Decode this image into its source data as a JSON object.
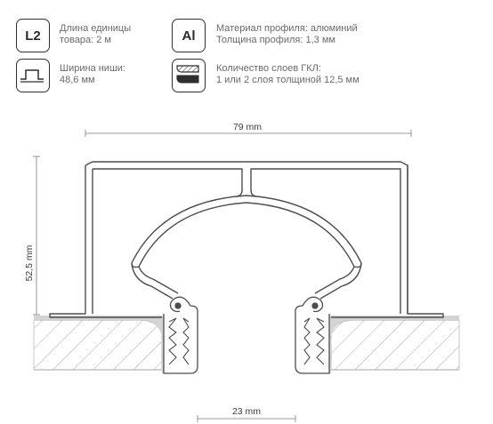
{
  "specs": {
    "unit_length": {
      "badge": "L2",
      "line1": "Длина единицы",
      "line2": "товара: 2 м",
      "icon": "length-icon"
    },
    "material": {
      "badge": "Al",
      "line1": "Материал профиля: алюминий",
      "line2": "Толщина профиля: 1,3 мм",
      "icon": "aluminum-icon"
    },
    "niche_width": {
      "line1": "Ширина ниши:",
      "line2": "48,6 мм",
      "icon": "niche-width-icon"
    },
    "drywall_layers": {
      "line1": "Количество слоев ГКЛ:",
      "line2": "1 или 2 слоя толщиной 12,5 мм",
      "icon": "drywall-layers-icon"
    }
  },
  "drawing": {
    "width_label": "79 mm",
    "height_label": "52,5 mm",
    "gap_label": "23 mm",
    "colors": {
      "profile": "#555555",
      "plaster": "#d4d4d4",
      "hatch": "#9a9a9a",
      "dimension": "#777777"
    }
  }
}
